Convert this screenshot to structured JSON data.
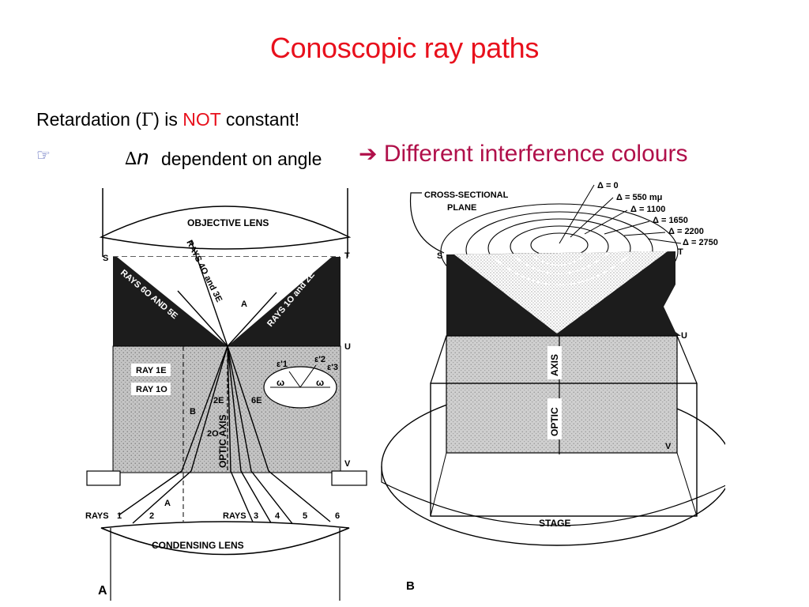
{
  "title": "Conoscopic ray paths",
  "line1": {
    "prefix": "Retardation (",
    "symbol": "Γ",
    "middle": ") is ",
    "emph": "NOT",
    "suffix": " constant!"
  },
  "line2": {
    "bullet": "☞",
    "delta": "∆",
    "n": "n",
    "text": "dependent on angle",
    "arrow": "➔",
    "result": "Different interference colours"
  },
  "colors": {
    "title": "#e8101c",
    "emph": "#e8101c",
    "result": "#b0104a",
    "bullet": "#3344aa"
  },
  "figA": {
    "objective_lens": "OBJECTIVE LENS",
    "condensing_lens": "CONDENSING LENS",
    "label_S": "S",
    "label_T": "T",
    "label_U": "U",
    "label_V": "V",
    "label_A": "A",
    "label_B": "B",
    "panel": "A",
    "rays_6_5": "RAYS 6O AND 5E",
    "rays_4_3": "RAYS 4O and 3E",
    "rays_1_2": "RAYS 1O and 2E",
    "ray_1e": "RAY 1E",
    "ray_1o": "RAY 1O",
    "label_2e": "2E",
    "label_2o": "2O",
    "label_6e": "6E",
    "optic_axis": "OPTIC AXIS",
    "rays_left": "RAYS",
    "rays_right": "RAYS",
    "ray_numbers": [
      "1",
      "2",
      "3",
      "4",
      "5",
      "6"
    ],
    "epsilon1": "ε'1",
    "epsilon3": "ε'3",
    "epsilon2": "ε'2",
    "omega": "ω"
  },
  "figB": {
    "cross_section": "CROSS-SECTIONAL",
    "plane": "PLANE",
    "deltas": [
      "Δ = 0",
      "Δ = 550 mμ",
      "Δ = 1100",
      "Δ = 1650",
      "Δ = 2200",
      "Δ = 2750"
    ],
    "label_S": "S",
    "label_T": "T",
    "label_U": "U",
    "label_V": "V",
    "axis_top": "AXIS",
    "axis_bottom": "OPTIC",
    "stage": "STAGE",
    "panel": "B"
  }
}
